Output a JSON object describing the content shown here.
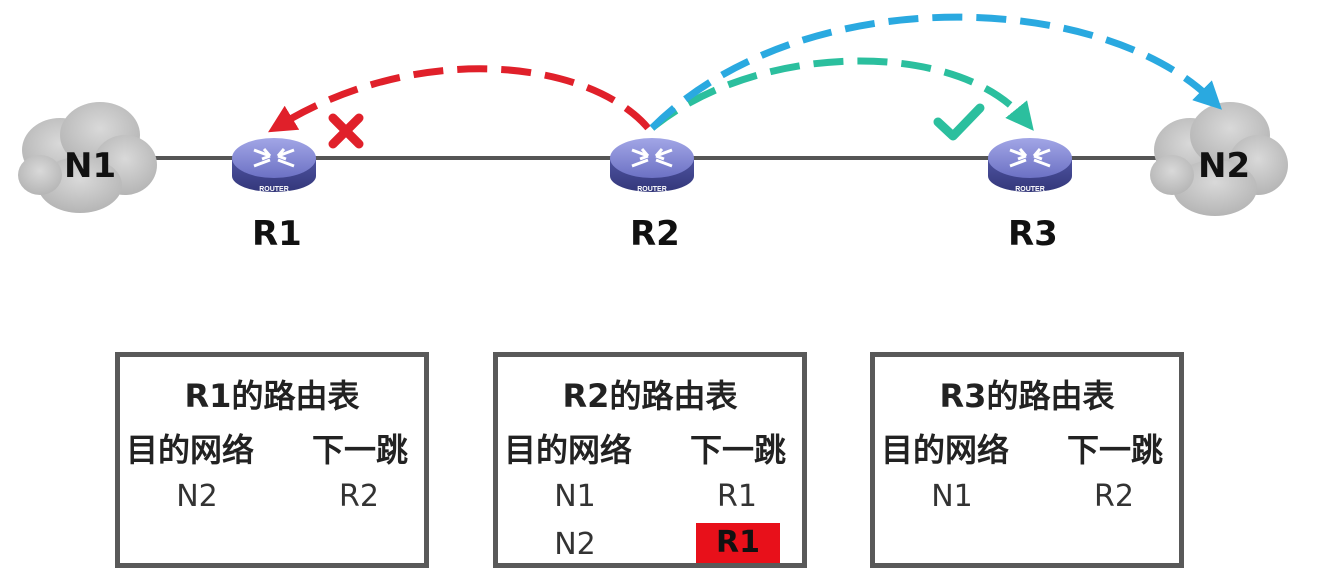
{
  "networks": [
    {
      "id": "n1",
      "label": "N1"
    },
    {
      "id": "n2",
      "label": "N2"
    }
  ],
  "routers": [
    {
      "id": "r1",
      "label": "R1",
      "badge": "ROUTER"
    },
    {
      "id": "r2",
      "label": "R2",
      "badge": "ROUTER"
    },
    {
      "id": "r3",
      "label": "R3",
      "badge": "ROUTER"
    }
  ],
  "arrows": [
    {
      "id": "r2-to-r1",
      "color": "#e0202a",
      "marker": "cross"
    },
    {
      "id": "r2-to-r3",
      "color": "#2bbf9e",
      "marker": "check"
    },
    {
      "id": "r2-to-n2",
      "color": "#2aa9e0",
      "marker": ""
    }
  ],
  "tables": [
    {
      "title": "R1的路由表",
      "col_dest": "目的网络",
      "col_next": "下一跳",
      "rows": [
        {
          "dest": "N2",
          "next": "R2",
          "highlight": false
        }
      ]
    },
    {
      "title": "R2的路由表",
      "col_dest": "目的网络",
      "col_next": "下一跳",
      "rows": [
        {
          "dest": "N1",
          "next": "R1",
          "highlight": false
        },
        {
          "dest": "N2",
          "next": "R1",
          "highlight": true
        }
      ]
    },
    {
      "title": "R3的路由表",
      "col_dest": "目的网络",
      "col_next": "下一跳",
      "rows": [
        {
          "dest": "N1",
          "next": "R2",
          "highlight": false
        }
      ]
    }
  ],
  "colors": {
    "link": "#555555",
    "router_body": "#6a6fc0",
    "router_top": "#8f94dc",
    "cloud": "#c8c8c8",
    "highlight": "#e8101a"
  }
}
